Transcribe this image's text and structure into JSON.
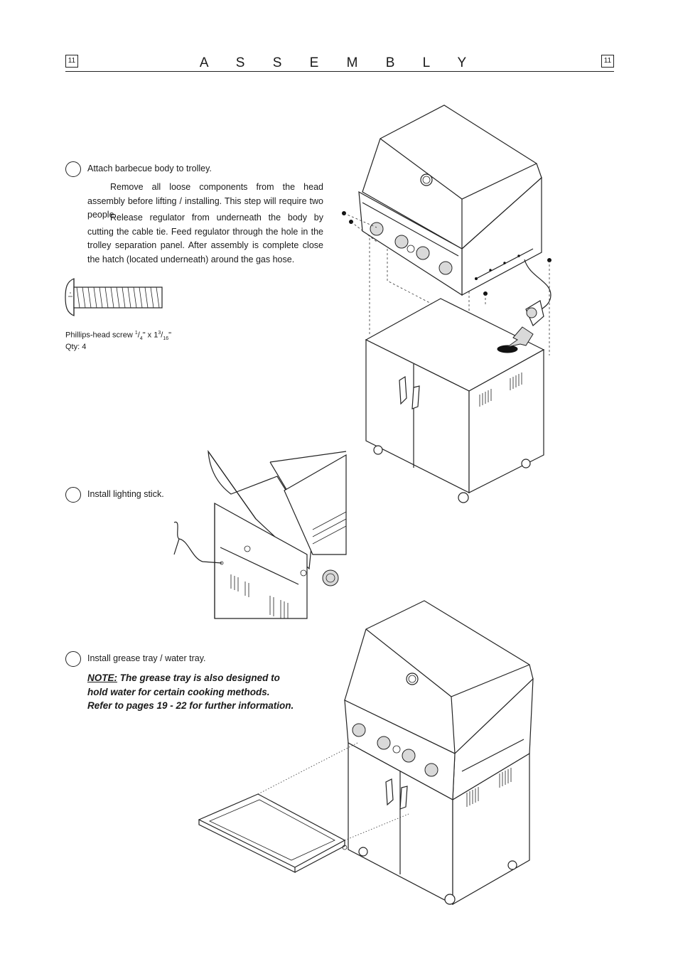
{
  "header": {
    "title": "A S S E M B L Y",
    "page_left": "11",
    "page_right": "11"
  },
  "step1": {
    "title": "Attach barbecue body to trolley.",
    "para1": "Remove all loose components from the head assembly before lifting / installing.  This step will require two people.",
    "para2": "Release regulator from underneath the body by cutting the cable tie.  Feed regulator through the hole in the trolley separation panel.  After assembly is complete close the hatch (located underneath) around the gas hose.",
    "screw_caption_prefix": "Phillips-head screw ",
    "screw_fraction1_num": "1",
    "screw_fraction1_den": "4",
    "screw_mid": "\" x 1",
    "screw_fraction2_num": "3",
    "screw_fraction2_den": "16",
    "screw_suffix": "\"",
    "qty": "Qty: 4"
  },
  "step2": {
    "title": "Install lighting stick."
  },
  "step3": {
    "title": "Install grease tray / water tray.",
    "note_label": "NOTE:",
    "note_line1": " The grease tray is also designed to",
    "note_line2": "hold water for certain cooking methods.",
    "note_line3": "Refer to pages 19 - 22 for further information."
  },
  "illustrations": {
    "fig1": "barbecue-head-over-trolley",
    "fig2": "lighting-stick-side-panel",
    "fig3": "grease-tray-insertion",
    "screw": "phillips-head-screw"
  }
}
